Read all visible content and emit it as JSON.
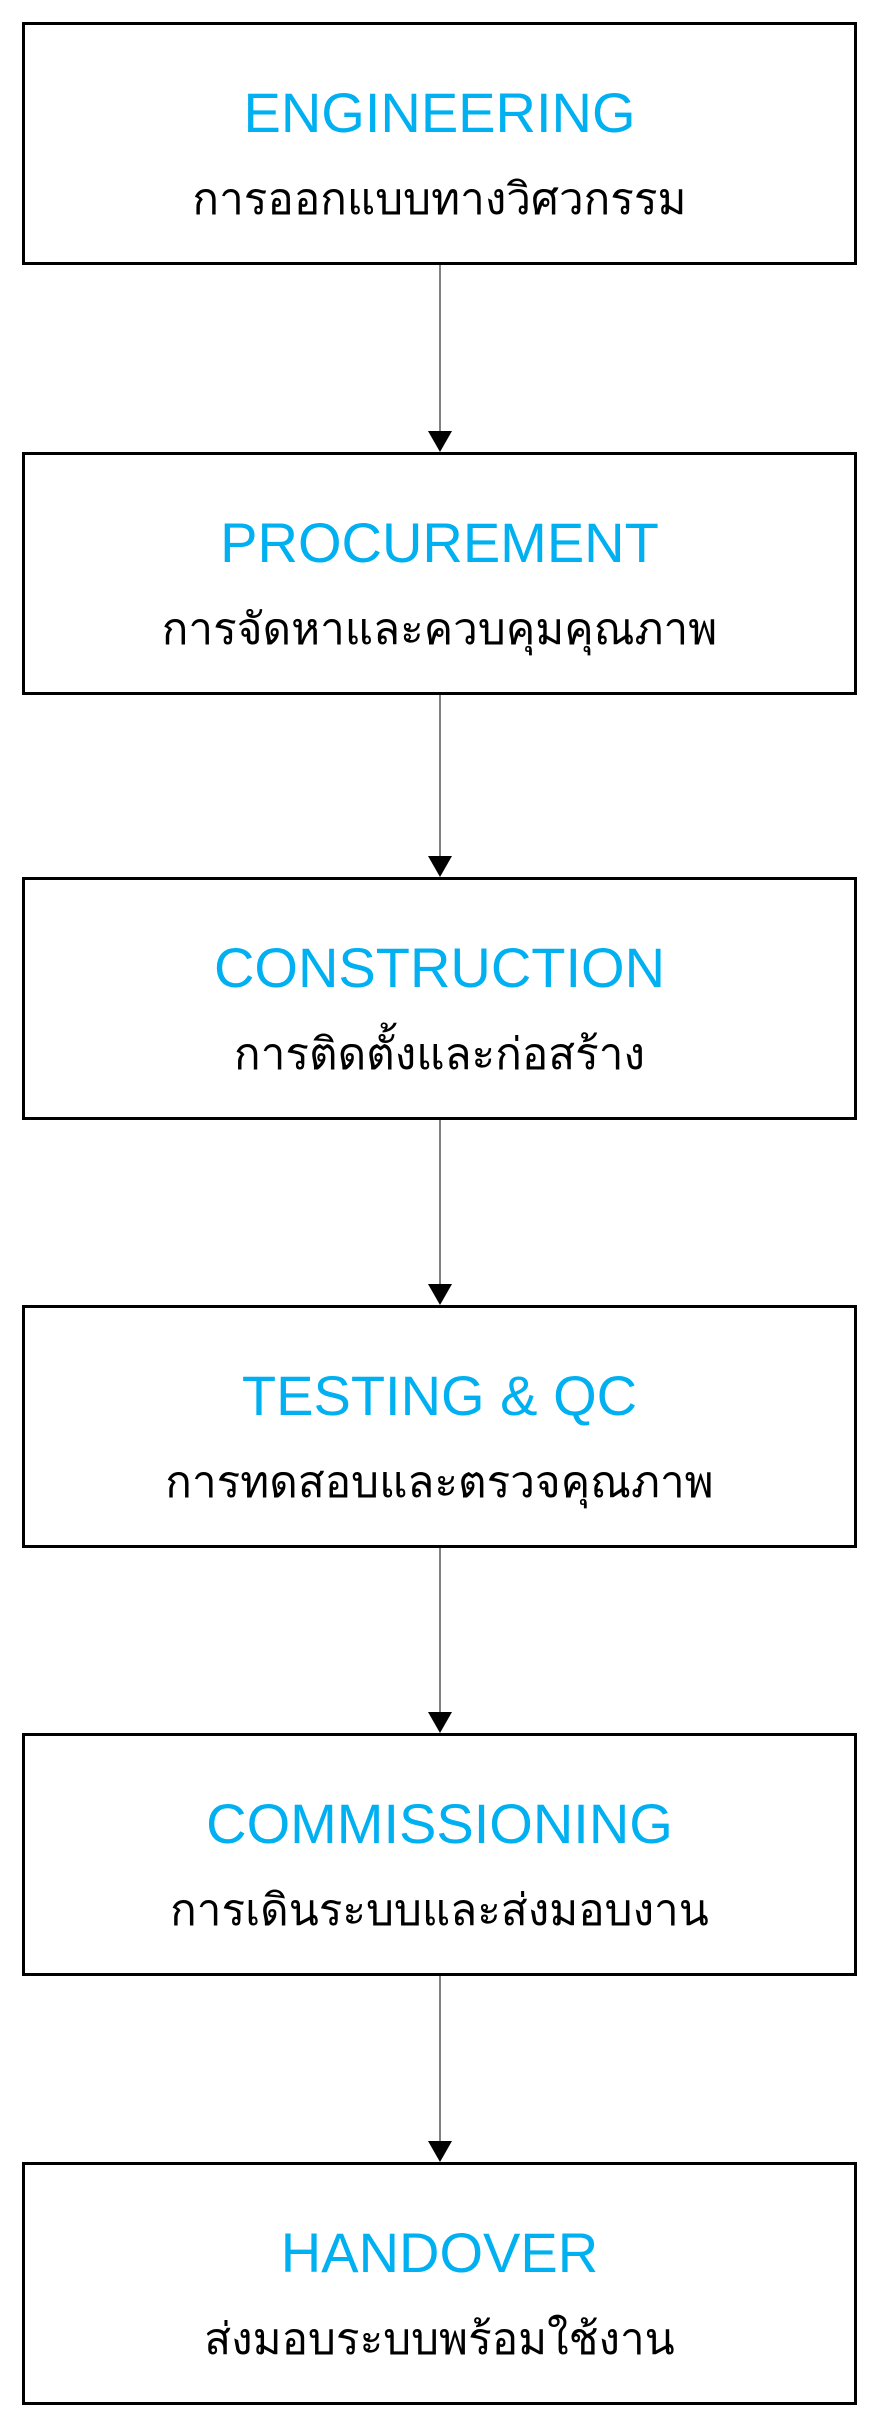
{
  "flowchart": {
    "description": "Vertical project-phase flowchart with six stages connected by downward arrows",
    "colors": {
      "title_accent": "#00b0f0",
      "subtitle_text": "#000000",
      "box_border": "#000000",
      "box_fill": "#ffffff",
      "arrow_line": "#808080",
      "arrow_head": "#000000",
      "background": "#ffffff"
    },
    "stages": [
      {
        "title": "ENGINEERING",
        "subtitle": "การออกแบบทางวิศวกรรม"
      },
      {
        "title": "PROCUREMENT",
        "subtitle": "การจัดหาและควบคุมคุณภาพ"
      },
      {
        "title": "CONSTRUCTION",
        "subtitle": "การติดตั้งและก่อสร้าง"
      },
      {
        "title": "TESTING & QC",
        "subtitle": "การทดสอบและตรวจคุณภาพ"
      },
      {
        "title": "COMMISSIONING",
        "subtitle": "การเดินระบบและส่งมอบงาน"
      },
      {
        "title": "HANDOVER",
        "subtitle": "ส่งมอบระบบพร้อมใช้งาน"
      }
    ],
    "connections": [
      {
        "from": "ENGINEERING",
        "to": "PROCUREMENT"
      },
      {
        "from": "PROCUREMENT",
        "to": "CONSTRUCTION"
      },
      {
        "from": "CONSTRUCTION",
        "to": "TESTING & QC"
      },
      {
        "from": "TESTING & QC",
        "to": "COMMISSIONING"
      },
      {
        "from": "COMMISSIONING",
        "to": "HANDOVER"
      }
    ]
  }
}
